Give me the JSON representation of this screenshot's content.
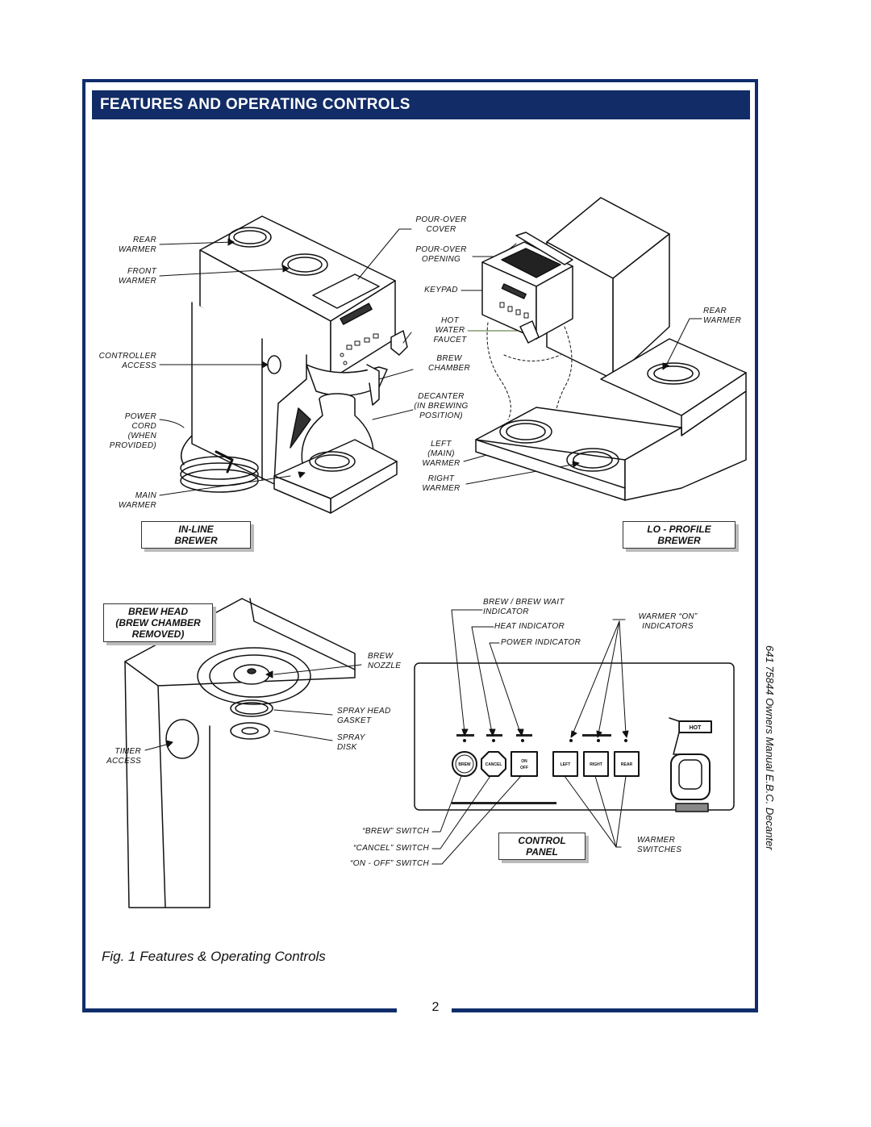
{
  "page": {
    "title": "FEATURES AND OPERATING CONTROLS",
    "side_text": "641 75844 Owners Manual E.B.C. Decanter",
    "caption": "Fig. 1 Features & Operating Controls",
    "page_number": "2"
  },
  "inline": {
    "tag": [
      "IN-LINE",
      "BREWER"
    ],
    "labels": {
      "rear_warmer": [
        "REAR",
        "WARMER"
      ],
      "front_warmer": [
        "FRONT",
        "WARMER"
      ],
      "controller_access": [
        "CONTROLLER",
        "ACCESS"
      ],
      "power_cord": [
        "POWER",
        "CORD",
        "(WHEN",
        "PROVIDED)"
      ],
      "main_warmer": [
        "MAIN",
        "WARMER"
      ]
    }
  },
  "center_labels": {
    "pourover_cover": [
      "POUR-OVER",
      "COVER"
    ],
    "pourover_opening": [
      "POUR-OVER",
      "OPENING"
    ],
    "keypad": "KEYPAD",
    "hot_water_faucet": [
      "HOT",
      "WATER",
      "FAUCET"
    ],
    "brew_chamber": [
      "BREW",
      "CHAMBER"
    ],
    "decanter": [
      "DECANTER",
      "(IN BREWING",
      "POSITION)"
    ],
    "left_warmer": [
      "LEFT",
      "(MAIN)",
      "WARMER"
    ],
    "right_warmer": [
      "RIGHT",
      "WARMER"
    ]
  },
  "loprofile": {
    "tag": [
      "LO - PROFILE",
      "BREWER"
    ],
    "rear_warmer": [
      "REAR",
      "WARMER"
    ]
  },
  "brew_head": {
    "tag": [
      "BREW HEAD",
      "(BREW CHAMBER",
      "REMOVED)"
    ],
    "brew_nozzle": [
      "BREW",
      "NOZZLE"
    ],
    "spray_head_gasket": [
      "SPRAY HEAD",
      "GASKET"
    ],
    "spray_disk": [
      "SPRAY",
      "DISK"
    ],
    "timer_access": [
      "TIMER",
      "ACCESS"
    ]
  },
  "control_panel": {
    "tag": [
      "CONTROL",
      "PANEL"
    ],
    "brew_wait_indicator": [
      "BREW / BREW WAIT",
      "INDICATOR"
    ],
    "heat_indicator": "HEAT INDICATOR",
    "power_indicator": "POWER INDICATOR",
    "warmer_on_indicators": [
      "WARMER “ON”",
      "INDICATORS"
    ],
    "brew_switch": "“BREW” SWITCH",
    "cancel_switch": "“CANCEL” SWITCH",
    "onoff_switch": "“ON - OFF” SWITCH",
    "warmer_switches": [
      "WARMER",
      "SWITCHES"
    ],
    "buttons": [
      "BREW",
      "CANCEL",
      "ON",
      "OFF",
      "LEFT",
      "RIGHT",
      "REAR"
    ],
    "logo": "HOT"
  },
  "colors": {
    "accent": "#112c66"
  }
}
